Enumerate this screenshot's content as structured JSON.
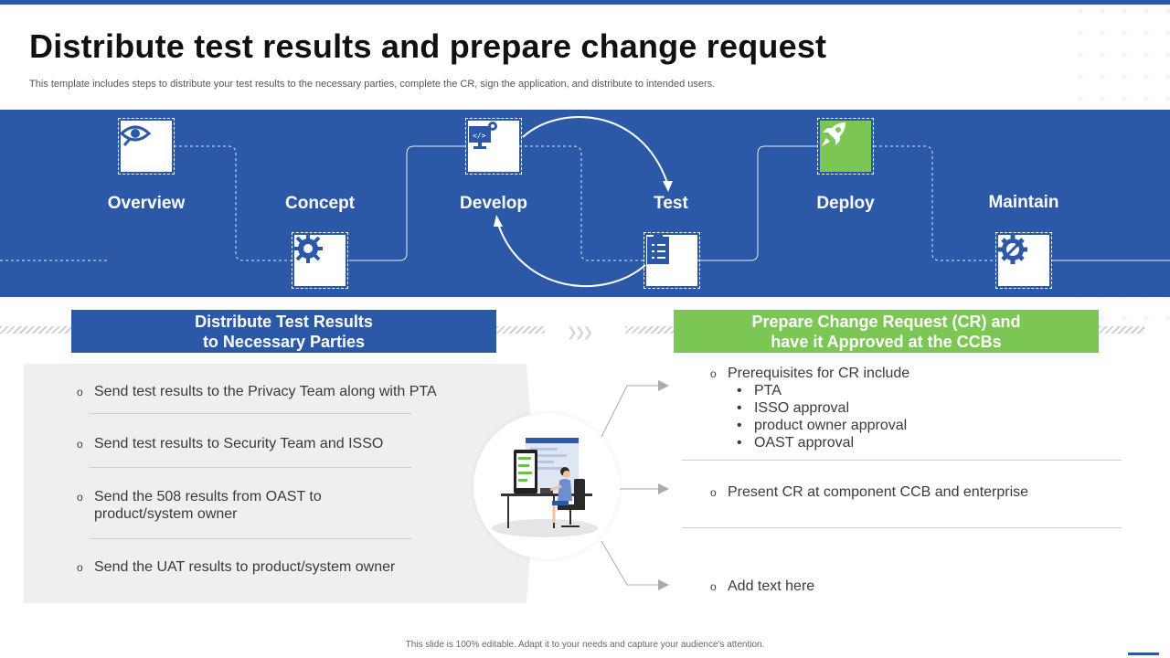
{
  "title": "Distribute test results and prepare change request",
  "subtitle": "This template includes steps to  distribute your test results  to the  necessary parties, complete the CR, sign the application, and distribute to intended users.",
  "phases": [
    {
      "label": "Overview",
      "icon": "eye-icon"
    },
    {
      "label": "Concept",
      "icon": "brain-gear-icon"
    },
    {
      "label": "Develop",
      "icon": "code-monitor-icon"
    },
    {
      "label": "Test",
      "icon": "checklist-icon"
    },
    {
      "label": "Deploy",
      "icon": "rocket-icon"
    },
    {
      "label": "Maintain",
      "icon": "wrench-gear-icon"
    }
  ],
  "left_heading": {
    "line1": "Distribute Test Results",
    "line2": "to Necessary Parties"
  },
  "right_heading": {
    "line1": "Prepare Change Request (CR) and",
    "line2": "have it Approved at the CCBs"
  },
  "left_items": [
    {
      "line1": "Send test results to the Privacy Team along with PTA",
      "line2": ""
    },
    {
      "line1": "Send test results to Security Team and ISSO",
      "line2": ""
    },
    {
      "line1": "Send the 508 results  from OAST to",
      "line2": "product/system  owner"
    },
    {
      "line1": "Send the UAT results to product/system  owner",
      "line2": ""
    }
  ],
  "right_items": {
    "item1": "Prerequisites for CR include",
    "sub": [
      "PTA",
      "ISSO approval",
      "product owner approval",
      "OAST approval"
    ],
    "item2": "Present CR at component CCB and enterprise",
    "item3": "Add text here"
  },
  "bullet_glyph": "o",
  "sub_bullet_glyph": "•",
  "footer": "This slide is 100% editable.  Adapt it to your needs and capture your audience's attention.",
  "colors": {
    "primary": "#2b59a8",
    "accent": "#7cc653",
    "panel": "#efefef"
  }
}
